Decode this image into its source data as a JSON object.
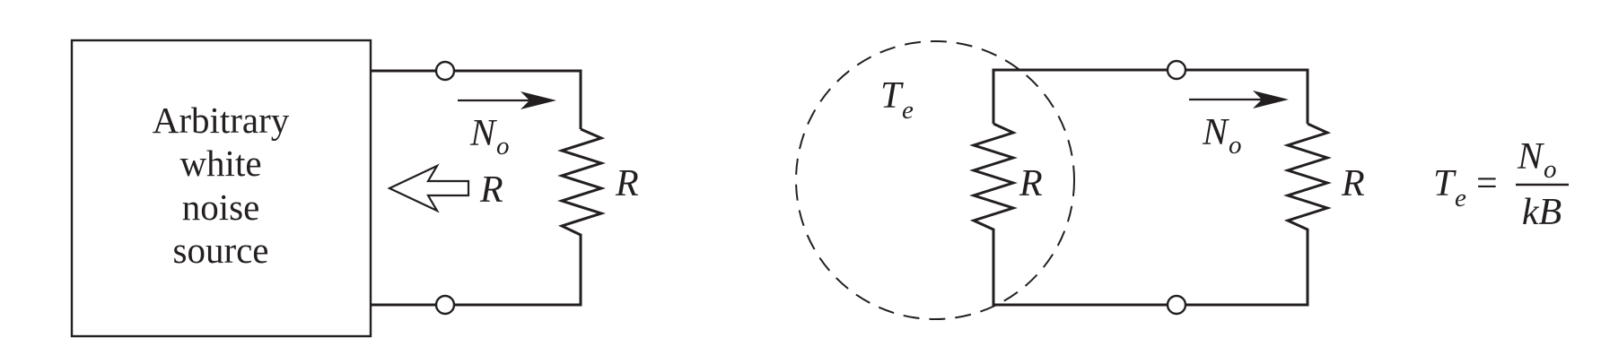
{
  "left_circuit": {
    "source_box_lines": [
      "Arbitrary",
      "white",
      "noise",
      "source"
    ],
    "output_label": "N",
    "output_subscript": "o",
    "source_resistance_label": "R",
    "load_resistor_label": "R"
  },
  "right_circuit": {
    "temperature_label": "T",
    "temperature_subscript": "e",
    "equivalent_resistor_label": "R",
    "output_label": "N",
    "output_subscript": "o",
    "load_resistor_label": "R"
  },
  "equation": {
    "lhs": "T",
    "lhs_subscript": "e",
    "equals": "=",
    "numerator": "N",
    "numerator_subscript": "o",
    "denominator": "kB"
  }
}
